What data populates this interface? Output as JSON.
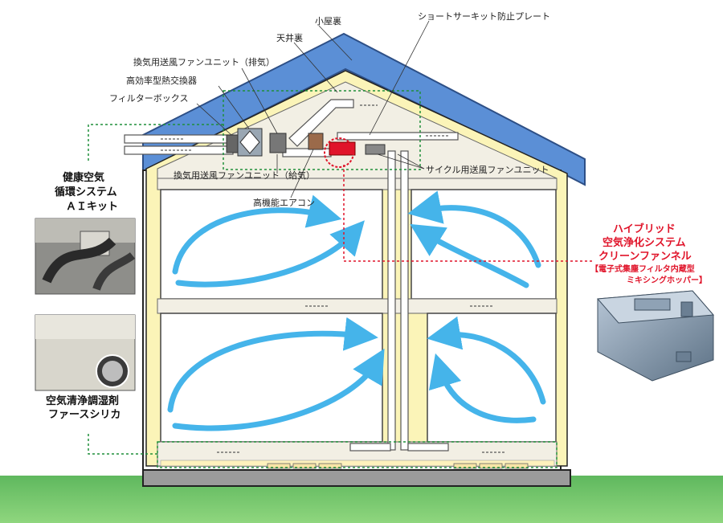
{
  "labels": {
    "attic": "小屋裏",
    "ceiling_space": "天井裏",
    "short_circuit_plate": "ショートサーキット防止プレート",
    "exhaust_fan": "換気用送風ファンユニット（排気）",
    "heat_exchanger": "高効率型熱交換器",
    "filter_box": "フィルターボックス",
    "supply_fan": "換気用送風ファンユニット（給気）",
    "aircon": "高機能エアコン",
    "cycle_fan": "サイクル用送風ファンユニット"
  },
  "left_panel": {
    "kit_title_line1": "健康空気",
    "kit_title_line2": "循環システム",
    "kit_title_line3": "ＡＩキット",
    "silica_line1": "空気清浄調湿剤",
    "silica_line2": "ファースシリカ"
  },
  "right_panel": {
    "hybrid_line1": "ハイブリッド",
    "hybrid_line2": "空気浄化システム",
    "hybrid_line3": "クリーンファンネル",
    "hybrid_note_line1": "【電子式集塵フィルタ内蔵型",
    "hybrid_note_line2": "ミキシングホッパー】"
  },
  "colors": {
    "roof": "#5b8fd6",
    "insulation": "#fbf4b8",
    "interior": "#f2efe4",
    "airflow_arrow": "#45b4ea",
    "accent_red": "#e0142a",
    "ground": "#6fc26a",
    "dotted_link": "#1f8f3a"
  },
  "icons": [
    "airflow-arrow-icon",
    "duct-arrow-icon",
    "heat-exchanger-icon",
    "funnel-unit-icon"
  ]
}
